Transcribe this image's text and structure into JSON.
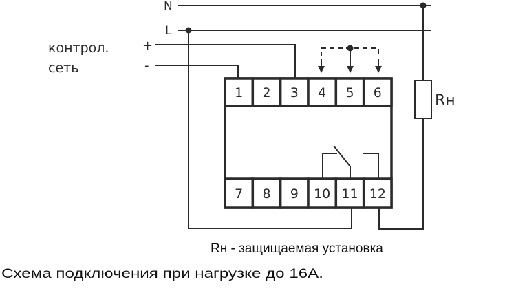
{
  "lines": {
    "neutral": "N",
    "live": "L"
  },
  "control": {
    "label_1": "контрол.",
    "label_2": "сеть",
    "plus": "+",
    "minus": "-"
  },
  "load": {
    "label": "Rн"
  },
  "terminals": {
    "top": [
      "1",
      "2",
      "3",
      "4",
      "5",
      "6"
    ],
    "bottom": [
      "7",
      "8",
      "9",
      "10",
      "11",
      "12"
    ]
  },
  "captions": {
    "legend": "Rн - защищаемая установка",
    "title": "Схема подключения при нагрузке до 16А."
  }
}
